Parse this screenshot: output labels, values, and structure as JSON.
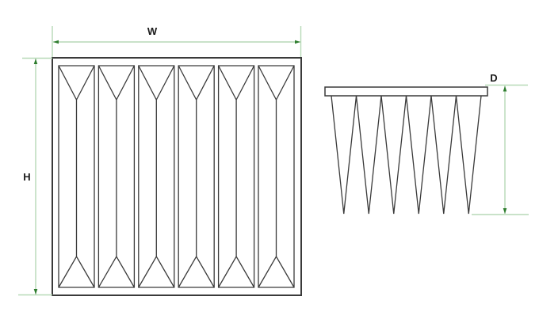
{
  "diagram": {
    "labels": {
      "width": "W",
      "height": "H",
      "depth": "D"
    },
    "front_view": {
      "panel_count": 6
    },
    "side_view": {
      "pocket_count": 6
    },
    "colors": {
      "line": "#3a3a3a",
      "dim_line": "#b7d9b7",
      "dim_arrow": "#2e7d2e",
      "label": "#1a1a1a",
      "bg": "#ffffff"
    }
  }
}
